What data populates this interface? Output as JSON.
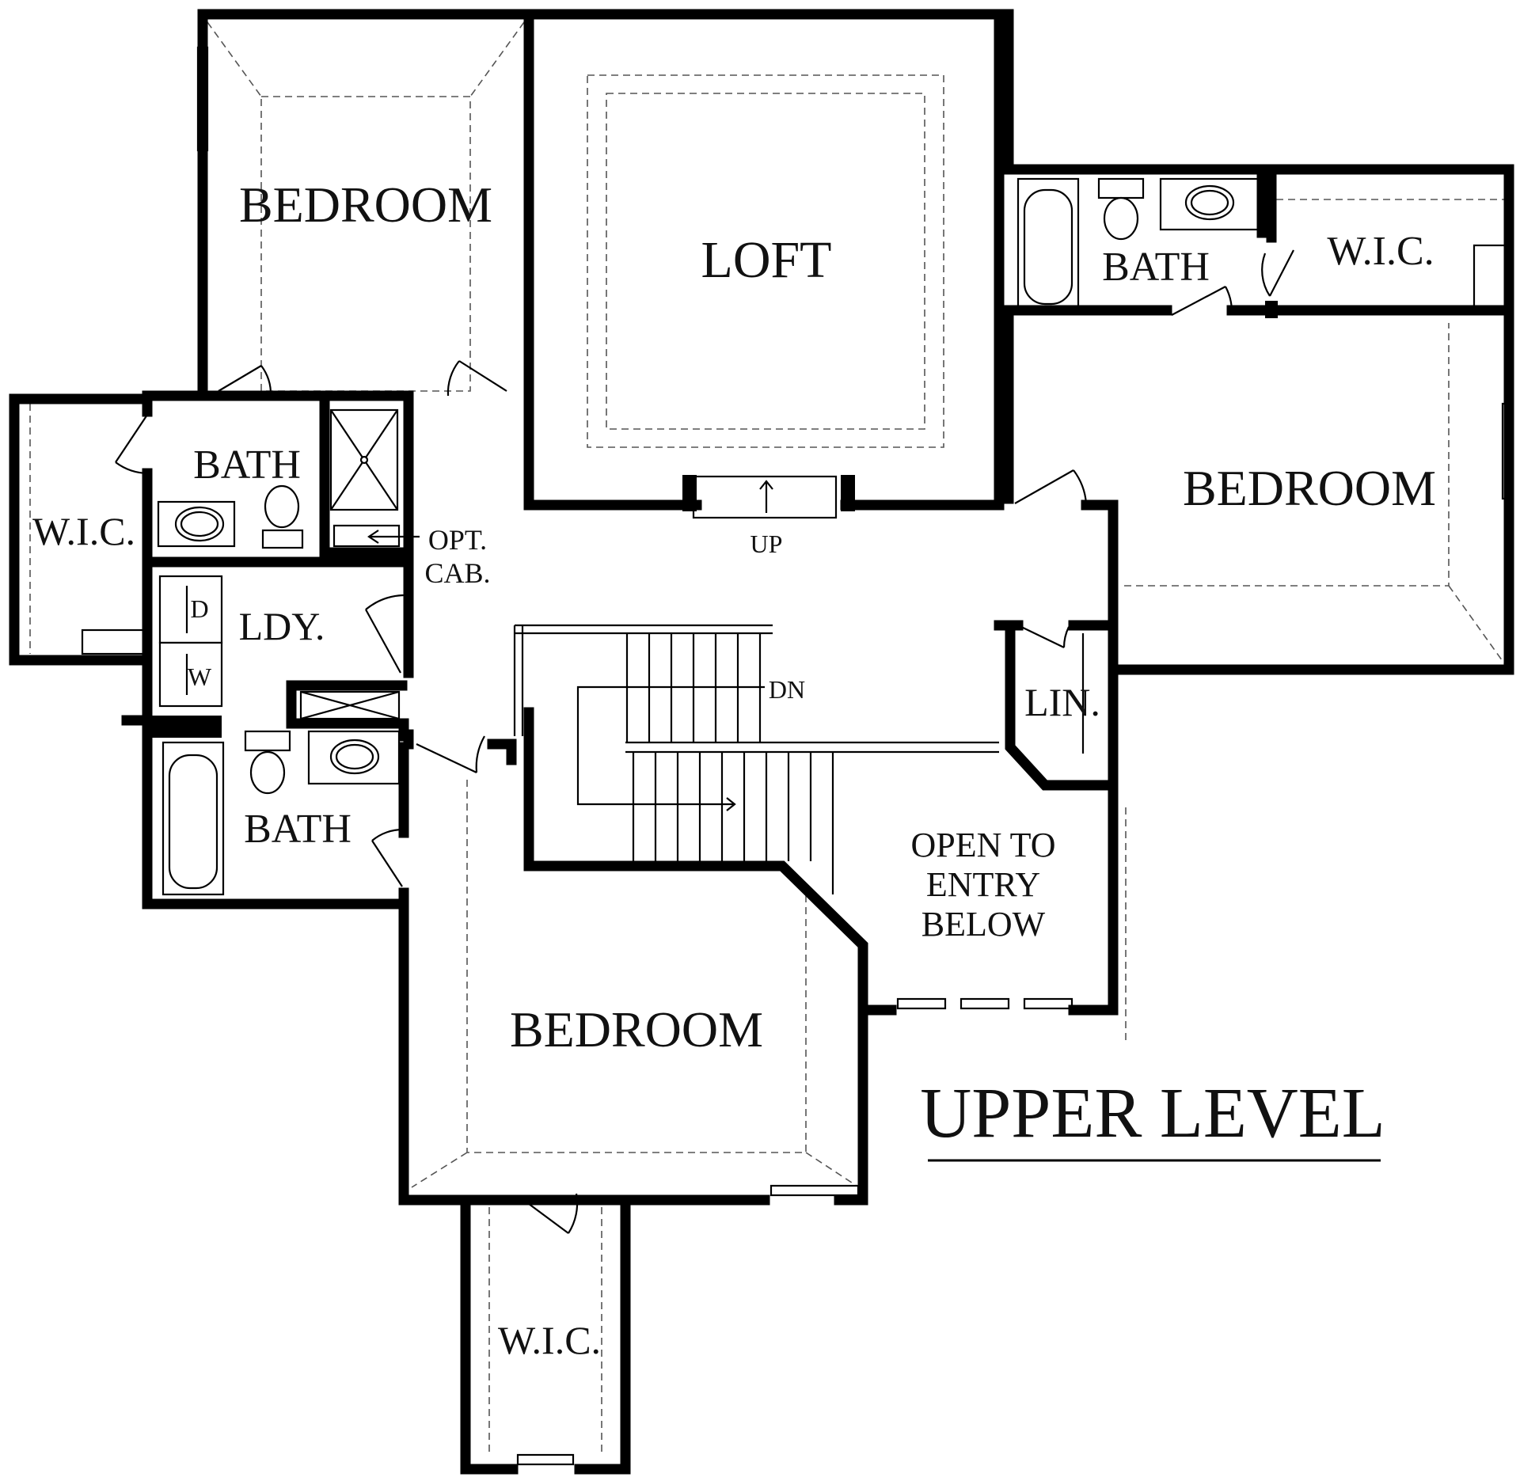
{
  "title": "UPPER LEVEL",
  "rooms": {
    "bedroom_nw": "BEDROOM",
    "loft": "LOFT",
    "bath_ne": "BATH",
    "wic_ne": "W.I.C.",
    "bedroom_e": "BEDROOM",
    "bath_w": "BATH",
    "wic_w": "W.I.C.",
    "laundry": "LDY.",
    "dryer": "D",
    "washer": "W",
    "opt_cab_line1": "OPT.",
    "opt_cab_line2": "CAB.",
    "stairs_up": "UP",
    "stairs_down": "DN",
    "linen": "LIN.",
    "bath_sw": "BATH",
    "open_line1": "OPEN TO",
    "open_line2": "ENTRY",
    "open_line3": "BELOW",
    "bedroom_s": "BEDROOM",
    "wic_s": "W.I.C."
  }
}
